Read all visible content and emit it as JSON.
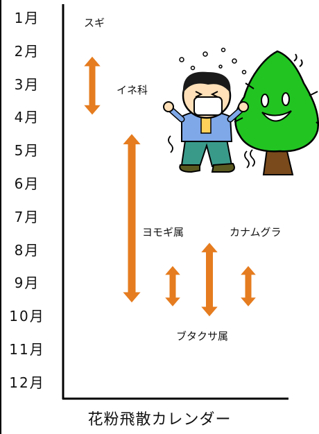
{
  "chart_data": {
    "type": "range",
    "title": "花粉飛散カレンダー",
    "months": [
      "1月",
      "2月",
      "3月",
      "4月",
      "5月",
      "6月",
      "7月",
      "8月",
      "9月",
      "10月",
      "11月",
      "12月"
    ],
    "series": [
      {
        "name": "スギ",
        "start_month": 2.0,
        "end_month": 4.0
      },
      {
        "name": "イネ科",
        "start_month": 4.0,
        "end_month": 10.0
      },
      {
        "name": "ヨモギ属",
        "start_month": 8.4,
        "end_month": 9.7
      },
      {
        "name": "ブタクサ属",
        "start_month": 7.7,
        "end_month": 10.0
      },
      {
        "name": "カナムグラ",
        "start_month": 8.4,
        "end_month": 9.7
      }
    ],
    "arrow_color": "#e57c1f",
    "axis_color": "#000000"
  },
  "illustration": {
    "icons": [
      "sneezing-boy-icon",
      "smiling-cedar-tree-icon"
    ],
    "colors": {
      "tree": "#22c422",
      "trunk": "#7a4a1c",
      "shirt": "#7fa8e8",
      "pants": "#3a9a8a",
      "mask": "#ffffff"
    }
  }
}
